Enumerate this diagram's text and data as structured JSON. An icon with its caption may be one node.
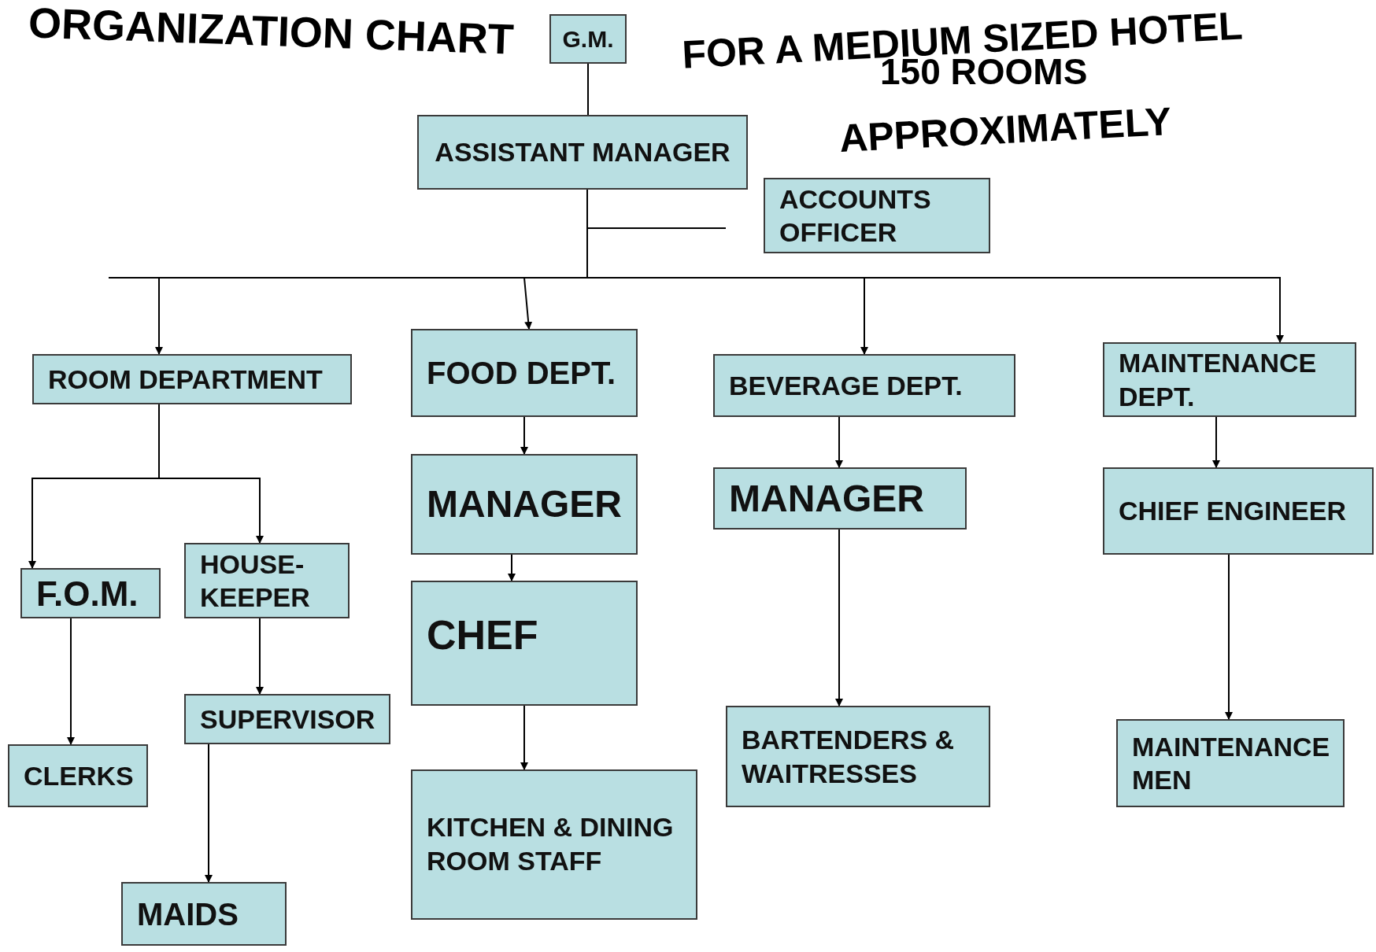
{
  "diagram": {
    "nodes": [
      {
        "text": [
          "G.M."
        ]
      },
      {
        "text": [
          "ASSISTANT MANAGER"
        ]
      },
      {
        "text": [
          "ACCOUNTS OFFICER"
        ]
      },
      {
        "text": [
          "ROOM DEPARTMENT"
        ]
      },
      {
        "text": [
          "FOOD DEPT."
        ]
      },
      {
        "text": [
          "BEVERAGE DEPT."
        ]
      },
      {
        "text": [
          "MAINTENANCE DEPT."
        ]
      },
      {
        "text": [
          "F.O.M."
        ]
      },
      {
        "text": [
          "HOUSE- KEEPER"
        ]
      },
      {
        "text": [
          "MANAGER"
        ]
      },
      {
        "text": [
          "MANAGER"
        ]
      },
      {
        "text": [
          "CHIEF ENGINEER"
        ]
      },
      {
        "text": [
          "CHEF"
        ]
      },
      {
        "text": [
          "CLERKS"
        ]
      },
      {
        "text": [
          "SUPERVISOR"
        ]
      },
      {
        "text": [
          "BARTENDERS & WAITRESSES"
        ]
      },
      {
        "text": [
          "MAINTENANCE MEN"
        ]
      },
      {
        "text": [
          "KITCHEN & DINING ROOM STAFF"
        ]
      },
      {
        "text": [
          "MAIDS"
        ]
      }
    ],
    "edges": [
      {
        "from": 0,
        "to": 1,
        "arrow": "none"
      },
      {
        "from": 1,
        "to": 2,
        "arrow": "none"
      },
      {
        "from": 1,
        "to": 3,
        "arrow": "to"
      },
      {
        "from": 1,
        "to": 4,
        "arrow": "to"
      },
      {
        "from": 1,
        "to": 5,
        "arrow": "to"
      },
      {
        "from": 1,
        "to": 6,
        "arrow": "to"
      },
      {
        "from": 3,
        "to": 7,
        "arrow": "to"
      },
      {
        "from": 3,
        "to": 8,
        "arrow": "to"
      },
      {
        "from": 4,
        "to": 9,
        "arrow": "to"
      },
      {
        "from": 5,
        "to": 10,
        "arrow": "to"
      },
      {
        "from": 6,
        "to": 11,
        "arrow": "to"
      },
      {
        "from": 7,
        "to": 13,
        "arrow": "to"
      },
      {
        "from": 8,
        "to": 14,
        "arrow": "to"
      },
      {
        "from": 9,
        "to": 12,
        "arrow": "to"
      },
      {
        "from": 12,
        "to": 17,
        "arrow": "to"
      },
      {
        "from": 10,
        "to": 15,
        "arrow": "to"
      },
      {
        "from": 11,
        "to": 16,
        "arrow": "to"
      },
      {
        "from": 14,
        "to": 18,
        "arrow": "to"
      }
    ],
    "labels": [
      "ORGANIZATION CHART",
      "FOR A MEDIUM SIZED HOTEL",
      "150 ROOMS",
      "APPROXIMATELY"
    ]
  }
}
